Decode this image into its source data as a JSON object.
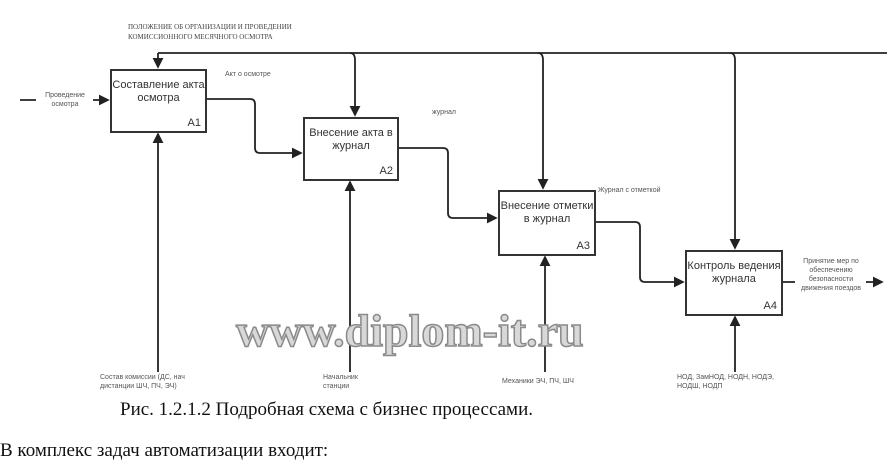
{
  "diagram": {
    "control_top": "ПОЛОЖЕНИЕ ОБ ОРГАНИЗАЦИИ И ПРОВЕДЕНИИ КОМИССИОННОГО МЕСЯЧНОГО ОСМОТРА",
    "control_top_line1": "ПОЛОЖЕНИЕ ОБ ОРГАНИЗАЦИИ И ПРОВЕДЕНИИ",
    "control_top_line2": "КОМИССИОННОГО МЕСЯЧНОГО ОСМОТРА",
    "input": "Проведение осмотра",
    "boxes": [
      {
        "title": "Составление акта осмотра",
        "id": "A1"
      },
      {
        "title": "Внесение акта в журнал",
        "id": "A2"
      },
      {
        "title": "Внесение отметки в журнал",
        "id": "A3"
      },
      {
        "title": "Контроль ведения журнала",
        "id": "A4"
      }
    ],
    "arrows": {
      "a1_out": "Акт о осмотре",
      "a2_out": "журнал",
      "a3_out": "Журнал с отметкой",
      "a4_out": "Принятие мер по обеспечению безопасности движения поездов"
    },
    "mechanisms": [
      "Состав комиссии (ДС, нач дистанции ШЧ, ПЧ, ЭЧ)",
      "Начальник станции",
      "Механики ЭЧ, ПЧ, ШЧ",
      "НОД, ЗамНОД, НОДН, НОДЭ, НОДШ, НОДП"
    ]
  },
  "caption": "Рис. 1.2.1.2 Подробная схема с бизнес процессами.",
  "body_text": "В комплекс задач автоматизации входит:",
  "watermark": "www.diplom-it.ru"
}
